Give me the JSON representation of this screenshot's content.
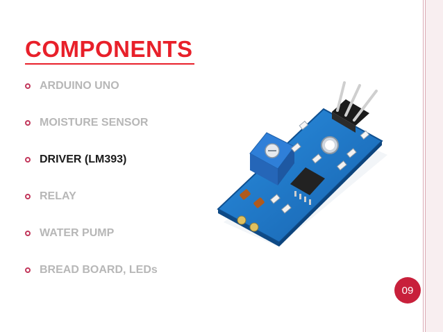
{
  "slide": {
    "title": "COMPONENTS",
    "page_number": "09"
  },
  "bullets": [
    {
      "label": "ARDUINO UNO",
      "active": false
    },
    {
      "label": "MOISTURE SENSOR",
      "active": false
    },
    {
      "label": "DRIVER (LM393)",
      "active": true
    },
    {
      "label": "RELAY",
      "active": false
    },
    {
      "label": "WATER PUMP",
      "active": false
    },
    {
      "label": "BREAD BOARD, LEDs",
      "active": false
    }
  ],
  "image": {
    "subject": "LM393 soil moisture sensor driver module",
    "board_color": "#1e79c8",
    "potentiometer_color": "#2f7fd8"
  },
  "colors": {
    "accent": "#e8202a",
    "bullet_ring": "#c2375b",
    "inactive_text": "#b7b7b7",
    "active_text": "#1a1a1a",
    "badge": "#c8203b"
  }
}
